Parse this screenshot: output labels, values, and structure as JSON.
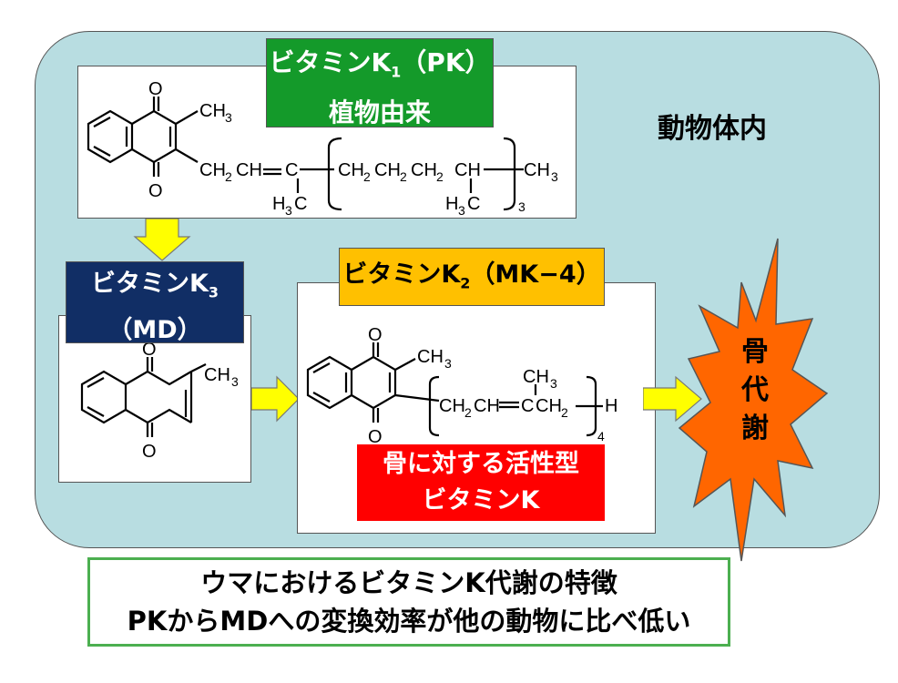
{
  "region_label": "動物体内",
  "k1": {
    "title_line1": "ビタミンK",
    "title_sub": "1",
    "title_suffix": "（PK）",
    "title_line2": "植物由来",
    "color": "#149a2a"
  },
  "k3": {
    "title_line1": "ビタミンK",
    "title_sub": "3",
    "title_line2": "（MD）",
    "color": "#112e65"
  },
  "k2": {
    "title_main": "ビタミンK",
    "title_sub": "2",
    "title_suffix": "（MK−4）",
    "color": "#ffc000"
  },
  "active_label": {
    "line1": "骨に対する活性型",
    "line2": "ビタミンK",
    "color": "#ff0000"
  },
  "burst": {
    "line1": "骨",
    "line2": "代",
    "line3": "謝",
    "color": "#ff6600"
  },
  "caption": {
    "line1": "ウマにおけるビタミンK代謝の特徴",
    "line2": "PKからMDへの変換効率が他の動物に比べ低い",
    "border_color": "#4caf50"
  },
  "formula": {
    "O": "O",
    "C": "C",
    "H": "H",
    "CH": "CH",
    "CH2": "CH",
    "CH3": "CH",
    "sub2": "2",
    "sub3": "3",
    "H3C": "H",
    "k1_repeat": "3",
    "k2_repeat": "4"
  },
  "arrow_color": "#ffff00"
}
